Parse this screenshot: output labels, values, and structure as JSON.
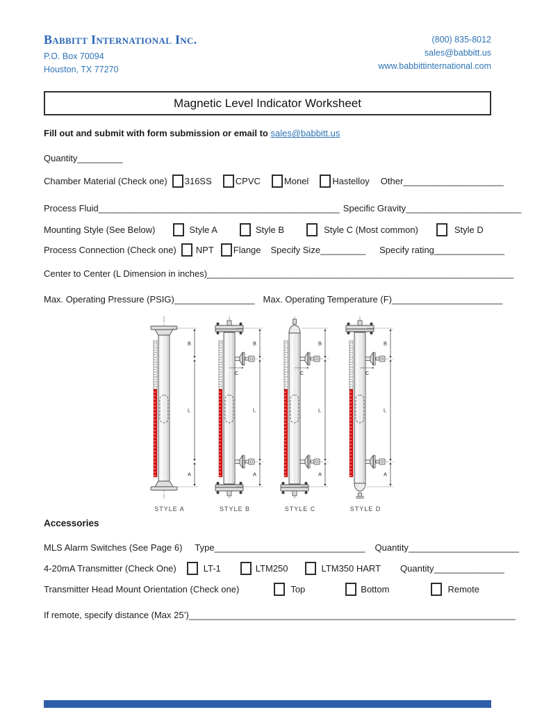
{
  "colors": {
    "brand_blue": "#2A66B8",
    "link_blue": "#2E74B5",
    "indicator_red": "#D91212",
    "footer_blue": "#2E5FA8"
  },
  "header": {
    "company": "Babbitt International Inc.",
    "address1": "P.O. Box 70094",
    "address2": "Houston, TX 77270",
    "phone": "(800) 835-8012",
    "email": "sales@babbitt.us",
    "website": "www.babbittinternational.com"
  },
  "title": "Magnetic Level Indicator Worksheet",
  "instruction": {
    "prefix": "Fill out and submit with form submission or email to ",
    "link": "sales@babbitt.us"
  },
  "rows": {
    "quantity": {
      "label": "Quantity",
      "blank": "_________"
    },
    "chamber": {
      "label": "Chamber Material (Check one)",
      "options": [
        "316SS",
        "CPVC",
        "Monel",
        "Hastelloy"
      ],
      "other_label": "Other",
      "other_blank": "____________________"
    },
    "fluid": {
      "label": "Process Fluid",
      "blank": "________________________________________________",
      "sg_label": "Specific Gravity",
      "sg_blank": "_______________________"
    },
    "mounting": {
      "label": "Mounting Style (See Below)",
      "options": [
        "Style A",
        "Style B",
        "Style C (Most common)",
        "Style D"
      ]
    },
    "connection": {
      "label": "Process Connection (Check one)",
      "options": [
        "NPT",
        "Flange"
      ],
      "size_label": "Specify Size ",
      "size_blank": "_________",
      "rating_label": "Specify rating ",
      "rating_blank": "______________"
    },
    "center": {
      "label": "Center to Center (L Dimension in inches) ",
      "blank": "_____________________________________________________________"
    },
    "maxop": {
      "p_label": "Max. Operating Pressure (PSIG) ",
      "p_blank": "________________",
      "t_label": "Max. Operating Temperature (F) ",
      "t_blank": "______________________"
    }
  },
  "diagram": {
    "styles": [
      {
        "id": "a",
        "caption": "STYLE A",
        "top": "flange",
        "bottom": "flange",
        "nozzles": false,
        "dims": [
          "B",
          "L",
          "A"
        ]
      },
      {
        "id": "b",
        "caption": "STYLE B",
        "top": "bolted",
        "bottom": "bolted",
        "nozzles": true,
        "nozzle_label": "C",
        "dims": [
          "B",
          "L",
          "A"
        ]
      },
      {
        "id": "c",
        "caption": "STYLE C",
        "top": "dome",
        "bottom": "bolted",
        "nozzles": true,
        "nozzle_label": "C",
        "dims": [
          "B",
          "L",
          "A"
        ]
      },
      {
        "id": "d",
        "caption": "STYLE D",
        "top": "bolted",
        "bottom": "dome",
        "nozzles": true,
        "nozzle_label": "C",
        "dims": [
          "B",
          "L",
          "A"
        ]
      }
    ]
  },
  "accessories": {
    "heading": "Accessories",
    "mls": {
      "label": "MLS Alarm Switches (See Page 6)",
      "type_label": "Type",
      "type_blank": "______________________________",
      "qty_label": "Quantity",
      "qty_blank": "______________________"
    },
    "transmitter": {
      "label": "4-20mA Transmitter (Check One)",
      "options": [
        "LT-1",
        "LTM250",
        "LTM350 HART"
      ],
      "qty_label": "Quantity",
      "qty_blank": "______________"
    },
    "orientation": {
      "label": "Transmitter Head Mount Orientation (Check one)",
      "options": [
        "Top",
        "Bottom",
        "Remote"
      ]
    },
    "remote": {
      "label": "If remote, specify distance (Max 25’) ",
      "blank": "_________________________________________________________________"
    }
  }
}
